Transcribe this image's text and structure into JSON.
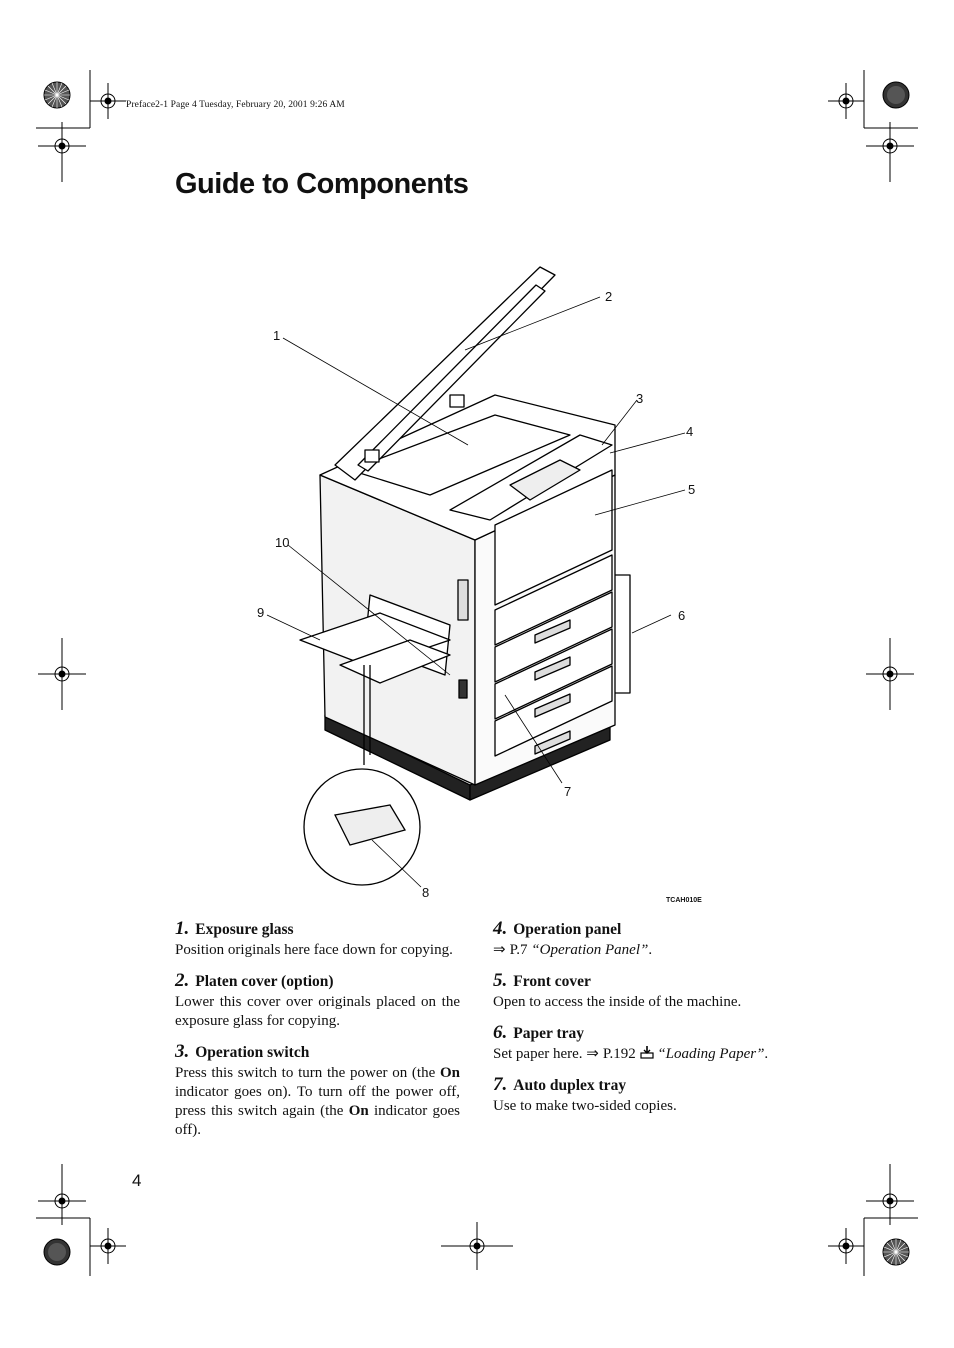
{
  "header": {
    "print_info": "Preface2-1  Page 4  Tuesday, February 20, 2001  9:26 AM"
  },
  "page": {
    "title": "Guide to Components",
    "number": "4"
  },
  "figure": {
    "code": "TCAH010E",
    "callouts": [
      "1",
      "2",
      "3",
      "4",
      "5",
      "6",
      "7",
      "8",
      "9",
      "10"
    ]
  },
  "components_left": [
    {
      "num": "1.",
      "name": "Exposure glass",
      "desc": "Position originals here face down for copying."
    },
    {
      "num": "2.",
      "name": "Platen cover (option)",
      "desc": "Lower this cover over originals placed on the exposure glass for copying."
    },
    {
      "num": "3.",
      "name": "Operation switch",
      "desc_parts": [
        "Press this switch to turn the power on (the ",
        "On",
        " indicator goes on). To turn off the power off, press this switch again (the ",
        "On",
        " indicator goes off)."
      ]
    }
  ],
  "components_right": [
    {
      "num": "4.",
      "name": "Operation panel",
      "ref_arrow": "⇒",
      "ref_page": "P.7",
      "ref_title": "“Operation Panel”",
      "ref_end": "."
    },
    {
      "num": "5.",
      "name": "Front cover",
      "desc": "Open to access the inside of the machine."
    },
    {
      "num": "6.",
      "name": "Paper tray",
      "desc_lead": "Set paper here.",
      "ref_arrow": "⇒",
      "ref_page": "P.192",
      "ref_title": "“Loading Paper”",
      "ref_end": "."
    },
    {
      "num": "7.",
      "name": "Auto duplex tray",
      "desc": "Use to make two-sided copies."
    }
  ]
}
